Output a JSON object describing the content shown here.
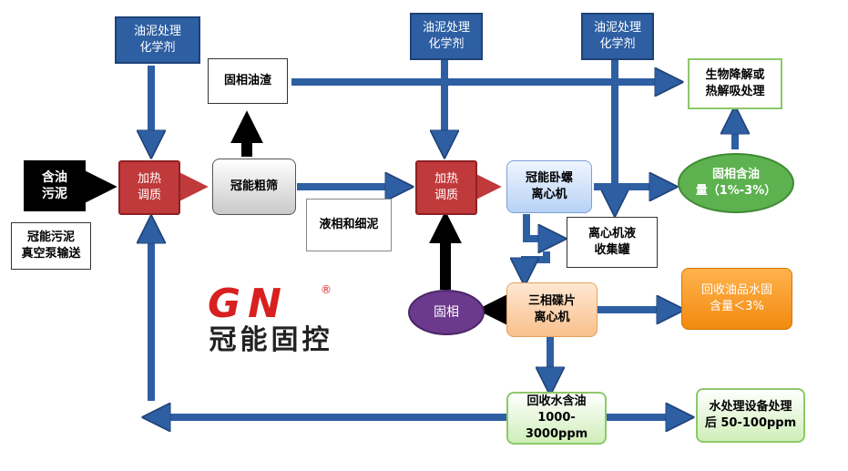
{
  "nodes": {
    "chem_1": "油泥处理\n化学剂",
    "chem_2": "油泥处理\n化学剂",
    "chem_3": "油泥处理\n化学剂",
    "sludge": "含油\n污泥",
    "pump": "冠能污泥\n真空泵输送",
    "heat_1": "加热\n调质",
    "solid_slag": "固相油渣",
    "screen": "冠能粗筛",
    "liquid_fine": "液相和细泥",
    "heat_2": "加热\n调质",
    "centrifuge": "冠能卧螺\n离心机",
    "collect_tank": "离心机液\n收集罐",
    "solid_oil": "固相含油\n量（1%-3%）",
    "bio": "生物降解或\n热解吸处理",
    "disc_centrifuge": "三相碟片\n离心机",
    "solid_phase": "固相",
    "recover_oil": "回收油品水固\n含量＜3%",
    "recover_water": "回收水含油\n1000-3000ppm",
    "water_treat": "水处理设备处理\n后 50-100ppm"
  },
  "logo": {
    "mark": "GN",
    "registered": "®",
    "name": "冠能固控"
  },
  "colors": {
    "arrow_blue": "#2e5fa3",
    "arrow_red": "#c0393b",
    "arrow_black": "#000000"
  }
}
